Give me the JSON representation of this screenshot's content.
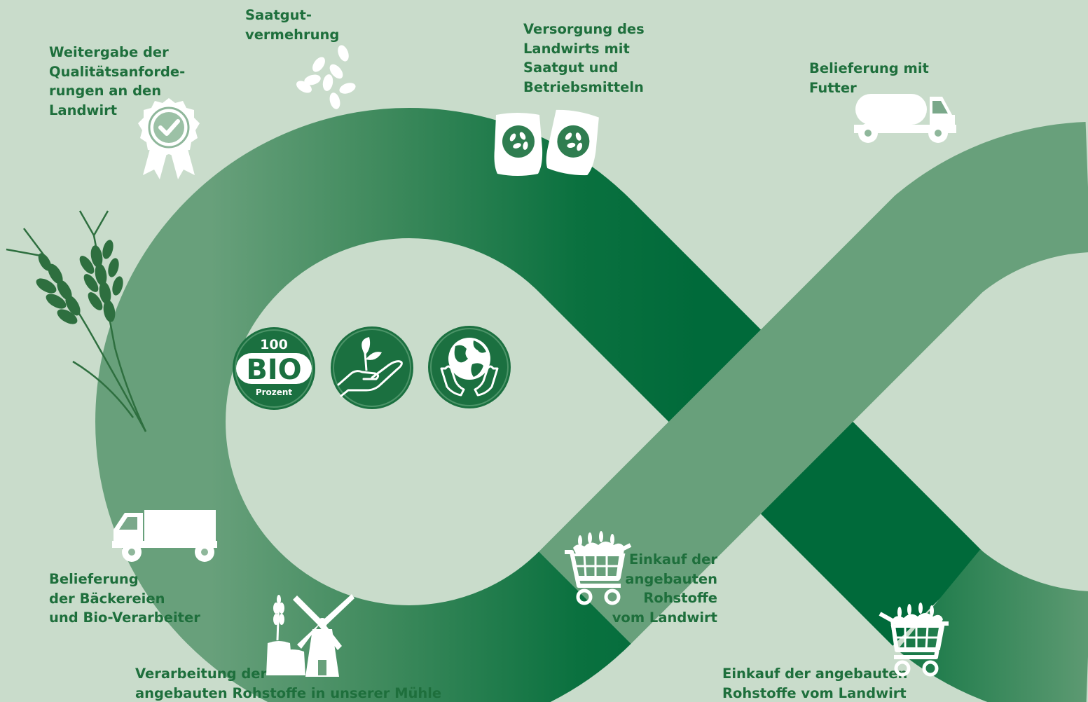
{
  "labels": {
    "weitergabe": "Weitergabe der\nQualitätsanforde-\nrungen an den\nLandwirt",
    "saatgut_vermehrung": "Saatgut-\nvermehrung",
    "versorgung": "Versorgung des\nLandwirts mit\nSaatgut und\nBetriebsmitteln",
    "belieferung_futter": "Belieferung mit\nFutter",
    "belieferung_baeckereien": "Belieferung\nder Bäckereien\nund Bio-Verarbeiter",
    "verarbeitung": "Verarbeitung der\nangebauten Rohstoffe in unserer Mühle",
    "einkauf_1": "Einkauf der\nangebauten\nRohstoffe\nvom Landwirt",
    "einkauf_2": "Einkauf der angebauten\nRohstoffe vom Landwirt"
  },
  "badges": {
    "bio_number": "100",
    "bio_text": "BIO",
    "bio_sub": "Prozent"
  },
  "icons": [
    "quality-seal-icon",
    "seeds-icon",
    "seed-bags-icon",
    "tank-truck-icon",
    "wheat-icon",
    "box-truck-icon",
    "windmill-icon",
    "shopping-cart-grain-icon",
    "bio-100-badge-icon",
    "hand-seedling-icon",
    "hands-globe-icon"
  ],
  "colors": {
    "background": "#c9dccb",
    "band_light": "#68a07b",
    "band_dark": "#006a3a",
    "label_text": "#1e6f3c",
    "badge_fill": "#1b7040"
  }
}
